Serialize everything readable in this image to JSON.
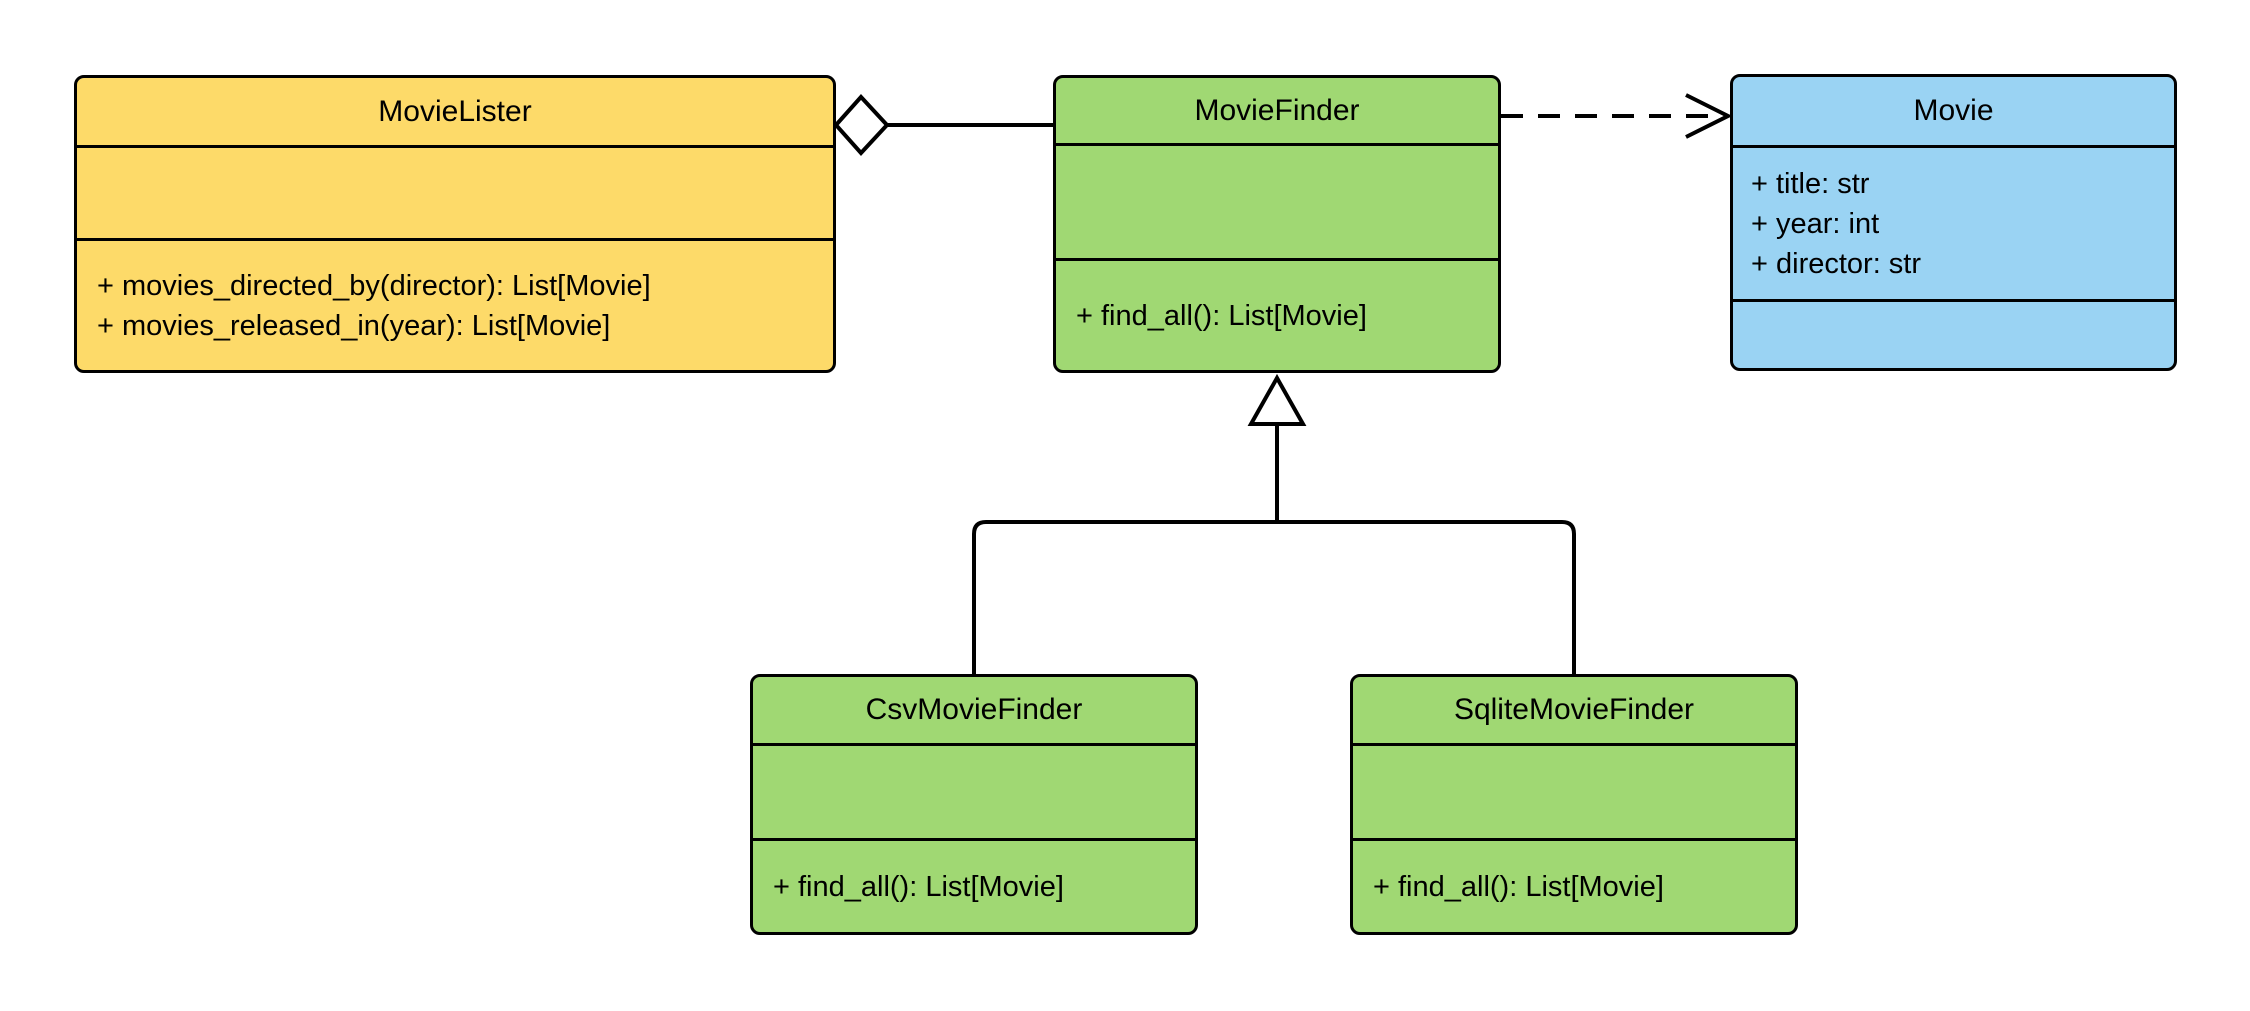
{
  "diagram": {
    "background_color": "#ffffff",
    "stroke_color": "#000000",
    "classes": [
      {
        "title": "MovieLister",
        "fill": "#FDDA69",
        "attributes": [],
        "methods": [
          "+ movies_directed_by(director): List[Movie]",
          "+ movies_released_in(year): List[Movie]"
        ]
      },
      {
        "title": "MovieFinder",
        "fill": "#A0D873",
        "attributes": [],
        "methods": [
          "+ find_all(): List[Movie]"
        ]
      },
      {
        "title": "Movie",
        "fill": "#9AD3F3",
        "attributes": [
          "+ title: str",
          "+ year: int",
          "+ director: str"
        ],
        "methods": []
      },
      {
        "title": "CsvMovieFinder",
        "fill": "#A0D873",
        "attributes": [],
        "methods": [
          "+ find_all(): List[Movie]"
        ]
      },
      {
        "title": "SqliteMovieFinder",
        "fill": "#A0D873",
        "attributes": [],
        "methods": [
          "+ find_all(): List[Movie]"
        ]
      }
    ],
    "relationships": [
      {
        "type": "aggregation",
        "from": "MovieLister",
        "to": "MovieFinder"
      },
      {
        "type": "dependency",
        "from": "MovieFinder",
        "to": "Movie"
      },
      {
        "type": "inheritance",
        "from": "CsvMovieFinder",
        "to": "MovieFinder"
      },
      {
        "type": "inheritance",
        "from": "SqliteMovieFinder",
        "to": "MovieFinder"
      }
    ]
  }
}
